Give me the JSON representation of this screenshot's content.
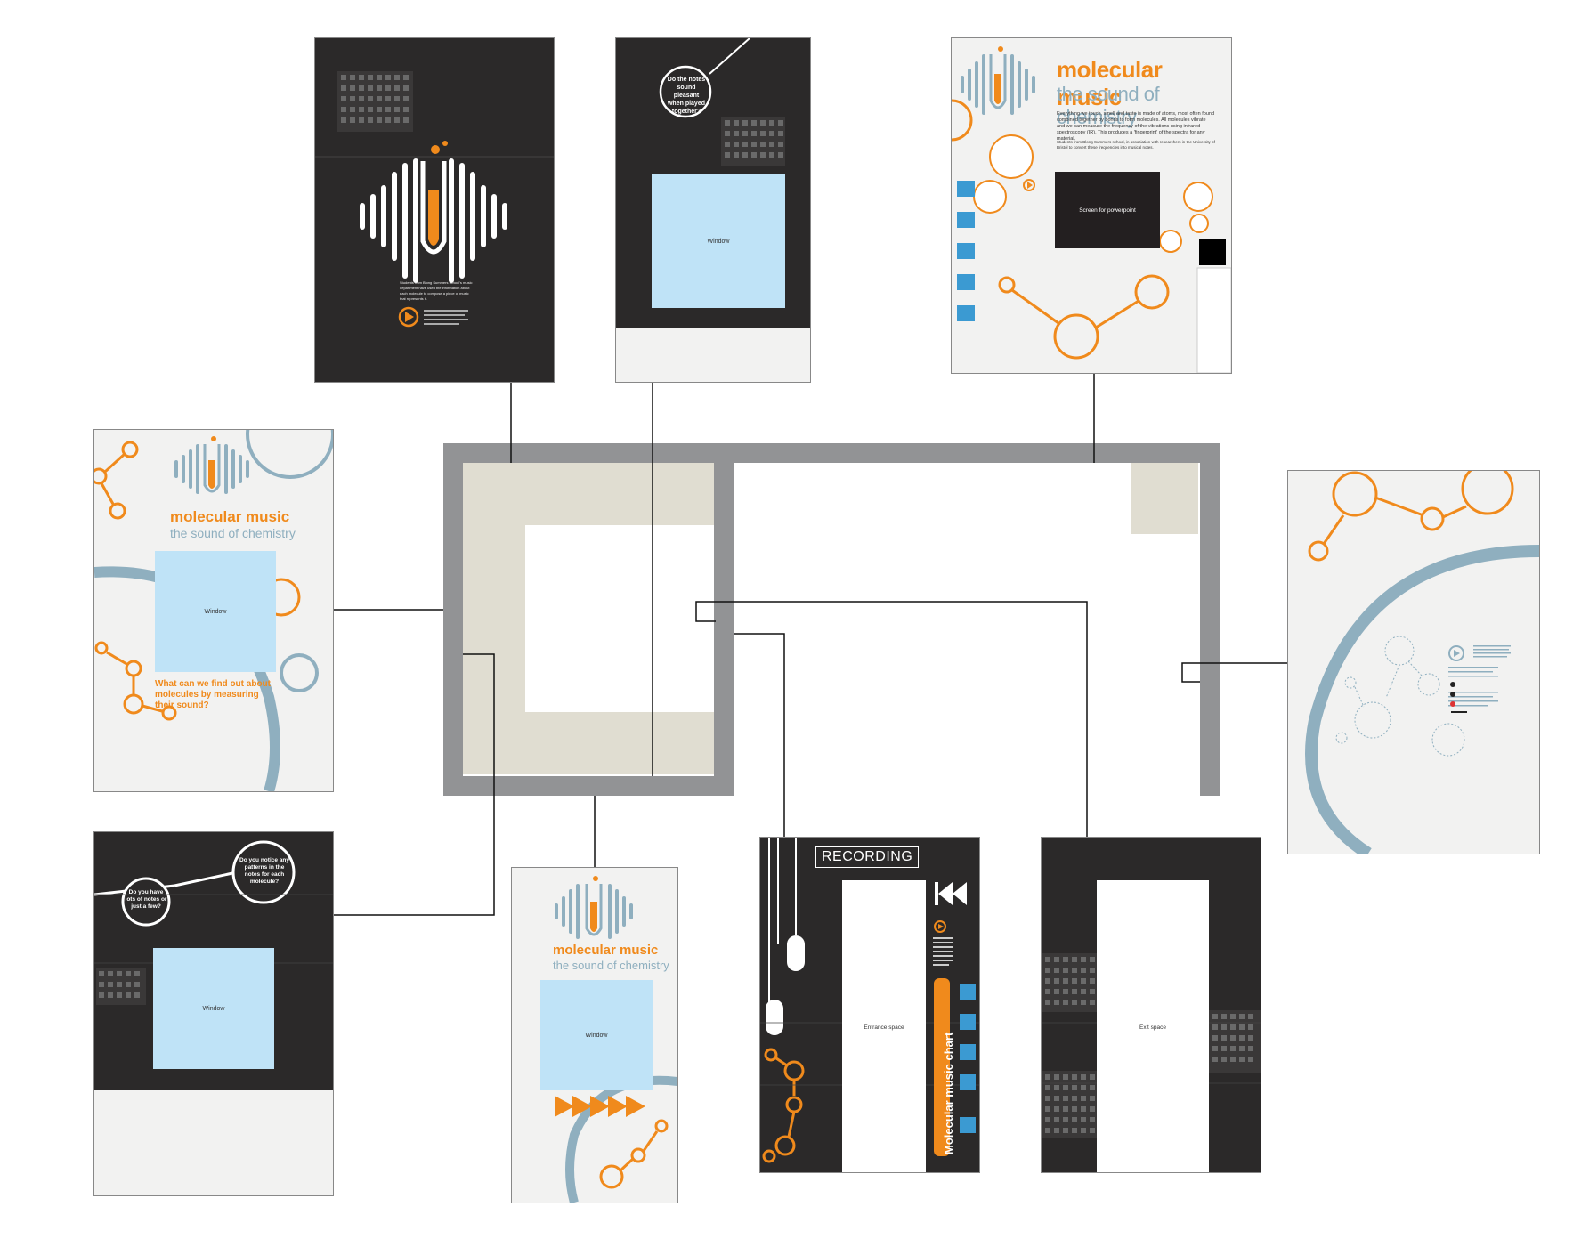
{
  "logo": {
    "title": "molecular music",
    "subtitle": "the sound of chemistry"
  },
  "labels": {
    "window": "Window",
    "screen": "Screen for powerpoint",
    "entrance": "Entrance space",
    "exit": "Exit space",
    "recording": "RECORDING",
    "chart": "Molecular music chart"
  },
  "questions": {
    "pleasant": "Do the notes sound pleasant when played together?",
    "patterns": "Do you notice any patterns in the notes for each molecule?",
    "lots": "Do you have lots of notes or just a few?",
    "measure": "What can we find out about molecules by measuring their sound?"
  },
  "body_text": {
    "intro": "Everything we touch, smell and taste is made of atoms, most often found combined together by bonds to form molecules. All molecules vibrate and we can measure the frequency of the vibrations using infrared spectroscopy (IR). This produces a 'fingerprint' of the spectra for any material.",
    "students": "Students from Blong Summers school, in association with researchers in the University of Bristol to convert these frequencies into musical notes."
  },
  "colors": {
    "orange": "#f08a1c",
    "blue_grey": "#8fafbf",
    "dark": "#2b2929",
    "window_blue": "#bfe3f7",
    "floor": "#e0ddd1",
    "wall": "#929395"
  }
}
